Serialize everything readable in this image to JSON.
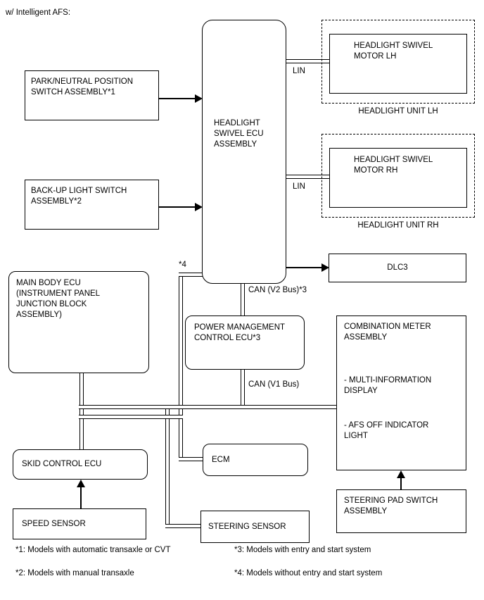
{
  "title": "w/ Intelligent AFS:",
  "boxes": {
    "park_neutral_switch": "PARK/NEUTRAL POSITION\nSWITCH ASSEMBLY*1",
    "backup_light_switch": "BACK-UP LIGHT SWITCH\nASSEMBLY*2",
    "main_body_ecu": "MAIN BODY ECU\n(INSTRUMENT PANEL\nJUNCTION BLOCK\nASSEMBLY)",
    "headlight_swivel_ecu": "HEADLIGHT\nSWIVEL ECU\nASSEMBLY",
    "headlight_swivel_motor_lh": "HEADLIGHT SWIVEL\nMOTOR LH",
    "headlight_unit_lh": "HEADLIGHT UNIT LH",
    "headlight_swivel_motor_rh": "HEADLIGHT SWIVEL\nMOTOR RH",
    "headlight_unit_rh": "HEADLIGHT UNIT RH",
    "dlc3": "DLC3",
    "power_management_ecu": "POWER MANAGEMENT\nCONTROL ECU*3",
    "combination_meter": {
      "title": "COMBINATION METER\nASSEMBLY",
      "multi_information_display": "- MULTI-INFORMATION\nDISPLAY",
      "afs_off_indicator": "- AFS OFF INDICATOR\nLIGHT"
    },
    "skid_control_ecu": "SKID CONTROL ECU",
    "ecm": "ECM",
    "speed_sensor": "SPEED SENSOR",
    "steering_sensor": "STEERING SENSOR",
    "steering_pad_switch": "STEERING PAD SWITCH\nASSEMBLY"
  },
  "wire_labels": {
    "lin_lh": "LIN",
    "lin_rh": "LIN",
    "can_v2_bus": "CAN (V2 Bus)*3",
    "can_v1_bus": "CAN (V1 Bus)",
    "note4_tag": "*4"
  },
  "footnotes": {
    "note1": "*1: Models with automatic transaxle or CVT",
    "note2": "*2: Models with manual transaxle",
    "note3": "*3: Models with entry and start system",
    "note4": "*4: Models without entry and start system"
  }
}
